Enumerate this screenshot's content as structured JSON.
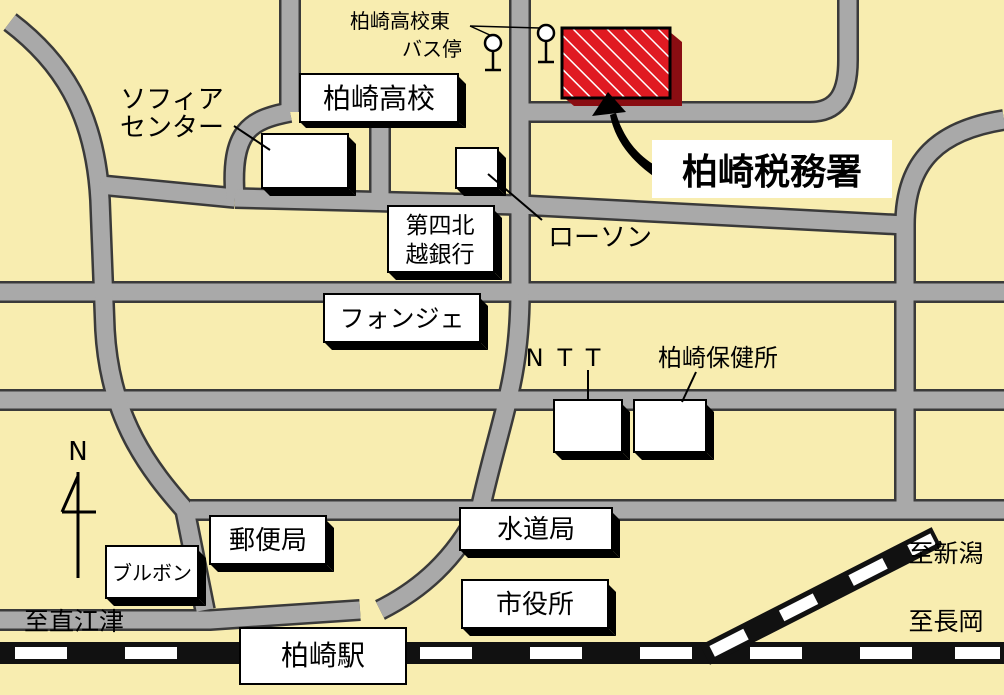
{
  "colors": {
    "background": "#f8edb0",
    "road": "#a9a9a9",
    "road_edge": "#3a3a3a",
    "building": "#ffffff",
    "target": "#e01a22",
    "rail_dark": "#111111",
    "rail_light": "#ffffff"
  },
  "target": {
    "name": "柏崎税務署",
    "icon": "red-hatched-building"
  },
  "landmarks": {
    "kashiwazaki_high_school": "柏崎高校",
    "bus_stop_line1": "柏崎高校東",
    "bus_stop_line2": "バス停",
    "sofia_line1": "ソフィア",
    "sofia_line2": "センター",
    "daishi_line1": "第四北",
    "daishi_line2": "越銀行",
    "lawson": "ローソン",
    "fonje": "フォンジェ",
    "ntt": "NTT",
    "health_center": "柏崎保健所",
    "post_office": "郵便局",
    "waterworks": "水道局",
    "bourbon": "ブルボン",
    "city_hall": "市役所",
    "station": "柏崎駅"
  },
  "directions": {
    "to_niigata": "至新潟",
    "to_nagaoka": "至長岡",
    "to_naoetsu": "至直江津"
  },
  "compass": {
    "label": "N",
    "icon": "north-arrow-icon"
  }
}
